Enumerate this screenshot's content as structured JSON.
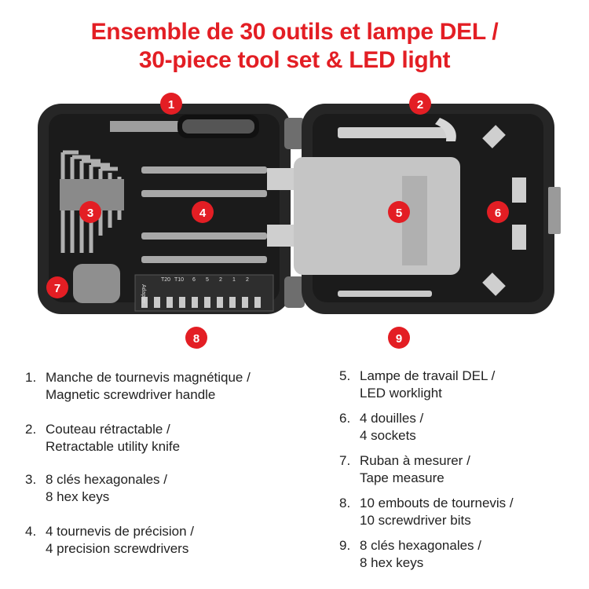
{
  "title": {
    "line1": "Ensemble de 30 outils et lampe DEL /",
    "line2": "30-piece tool set & LED light"
  },
  "colors": {
    "accent": "#e31e24",
    "case": "#262626",
    "tray": "#1a1a1a",
    "lamp": "#bdbdbd"
  },
  "callouts": [
    "1",
    "2",
    "3",
    "4",
    "5",
    "6",
    "7",
    "8",
    "9"
  ],
  "bit_labels": [
    "Adapter",
    "T20",
    "T10",
    "6",
    "5",
    "2",
    "1",
    "2"
  ],
  "items": [
    {
      "num": "1.",
      "fr": "Manche de tournevis magnétique /",
      "en": "Magnetic screwdriver handle"
    },
    {
      "num": "2.",
      "fr": "Couteau rétractable /",
      "en": "Retractable utility knife"
    },
    {
      "num": "3.",
      "fr": "8 clés hexagonales /",
      "en": "8 hex keys"
    },
    {
      "num": "4.",
      "fr": "4 tournevis de précision /",
      "en": "4 precision screwdrivers"
    },
    {
      "num": "5.",
      "fr": "Lampe de travail DEL /",
      "en": "LED worklight"
    },
    {
      "num": "6.",
      "fr": "4 douilles /",
      "en": "4 sockets"
    },
    {
      "num": "7.",
      "fr": "Ruban à mesurer /",
      "en": "Tape measure"
    },
    {
      "num": "8.",
      "fr": "10 embouts de tournevis /",
      "en": "10 screwdriver bits"
    },
    {
      "num": "9.",
      "fr": "8 clés hexagonales /",
      "en": "8 hex keys"
    }
  ]
}
